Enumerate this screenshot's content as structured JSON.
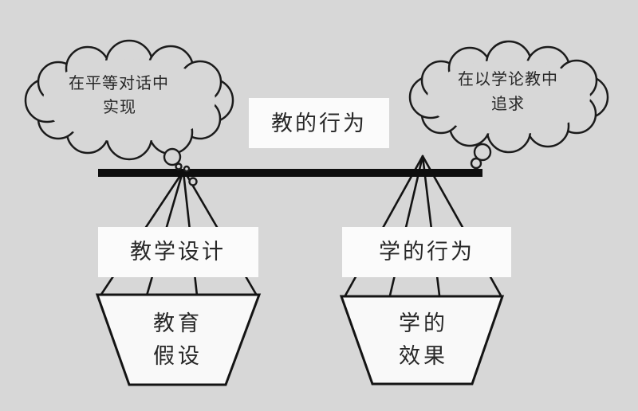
{
  "colors": {
    "background": "#d7d7d7",
    "ink": "#131313",
    "panel_fill": "#fbfbfb",
    "bucket_fill": "#f9f9f9",
    "text": "#272727"
  },
  "clouds": {
    "left": {
      "line1": "在平等对话中",
      "line2": "实现"
    },
    "right": {
      "line1": "在以学论教中",
      "line2": "追求"
    }
  },
  "labels": {
    "center_box": "教的行为",
    "left_box": "教学设计",
    "right_box": "学的行为"
  },
  "buckets": {
    "left": {
      "line1": "教育",
      "line2": "假设"
    },
    "right": {
      "line1": "学的",
      "line2": "效果"
    }
  }
}
